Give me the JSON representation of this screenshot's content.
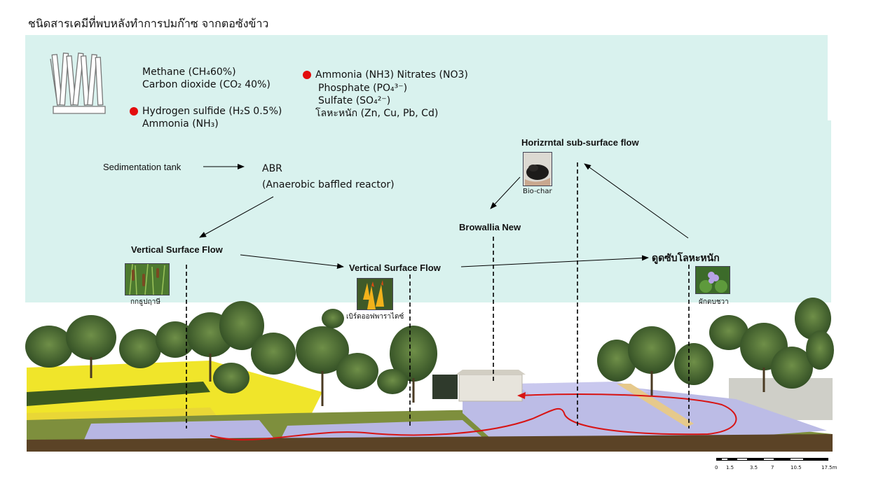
{
  "title": "ชนิดสารเคมีที่พบหลังทำการปมก๊าซ จากตอซังข้าว",
  "gases_left": {
    "methane": "Methane (CH₄60%)",
    "co2": "Carbon dioxide (CO₂ 40%)",
    "h2s": "Hydrogen sulfide (H₂S 0.5%)",
    "ammonia": "Ammonia (NH₃)"
  },
  "gases_right": {
    "line1": "Ammonia (NH3)  Nitrates (NO3)",
    "phosphate": "Phosphate (PO₄³⁻)",
    "sulfate": "Sulfate (SO₄²⁻)",
    "metals": "โลหะหนัก (Zn, Cu, Pb, Cd)"
  },
  "flow": {
    "sedimentation": "Sedimentation tank",
    "abr": "ABR",
    "abr_full": "(Anaerobic baffled reactor)",
    "vsf1": "Vertical Surface Flow",
    "vsf2": "Vertical Surface Flow",
    "browallia": "Browallia New",
    "hssf": "Horizrntal sub-surface flow",
    "absorb": "ดูดซับโลหะหนัก",
    "biochar": "Bio-char"
  },
  "plants": {
    "cattail": "กกธูปฤาษี",
    "heliconia": "เบิร์ดออฟพาราไดซ์",
    "hyacinth": "ผักตบชวา"
  },
  "scale": {
    "ticks": [
      "0",
      "1.5",
      "3.5",
      "7",
      "10.5",
      "17.5m"
    ]
  },
  "colors": {
    "sky": "#d9f2ee",
    "marker": "#e30d0d",
    "flow_path": "#d81414"
  }
}
